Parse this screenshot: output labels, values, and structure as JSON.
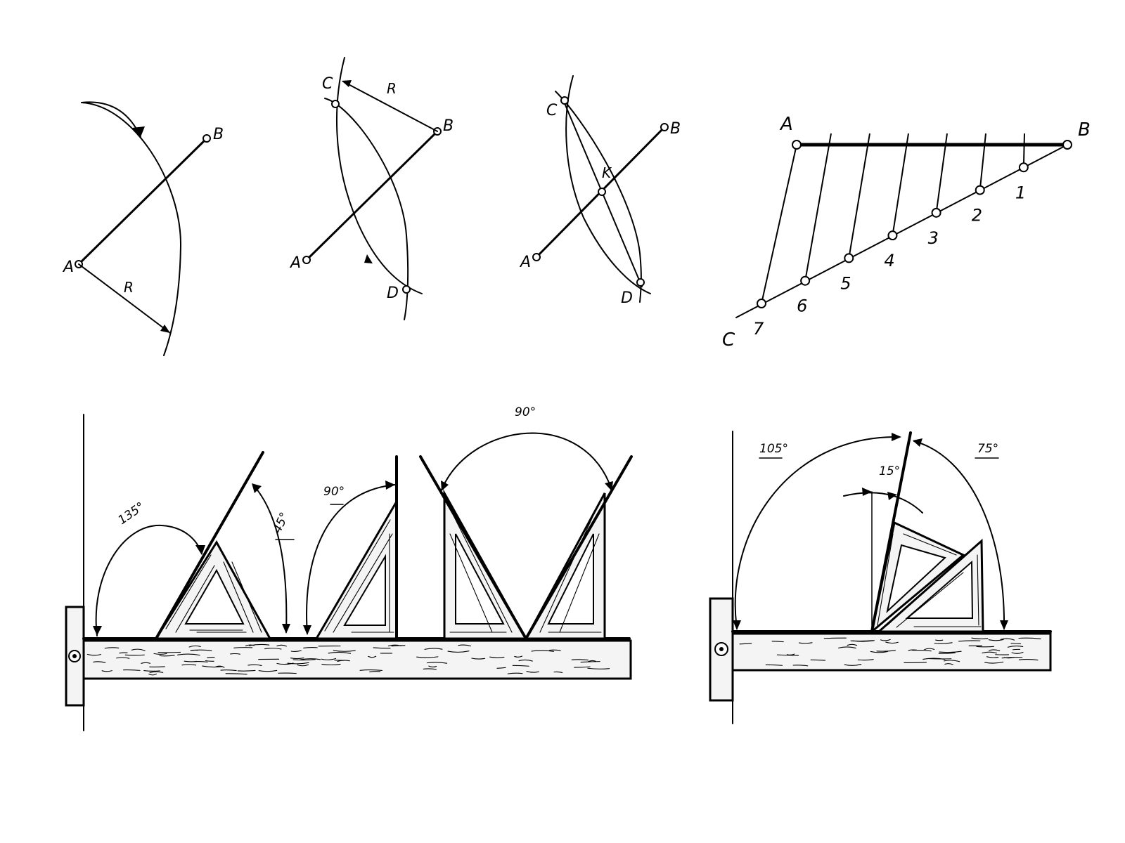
{
  "fig1": {
    "point_a": "A",
    "point_b": "B",
    "radius": "R"
  },
  "fig2": {
    "point_a": "A",
    "point_b": "B",
    "point_c": "C",
    "point_d": "D",
    "radius": "R"
  },
  "fig3": {
    "point_a": "A",
    "point_b": "B",
    "point_c": "C",
    "point_d": "D",
    "point_k": "K"
  },
  "fig4": {
    "point_a": "A",
    "point_b": "B",
    "point_c": "C",
    "divisions": [
      "1",
      "2",
      "3",
      "4",
      "5",
      "6",
      "7"
    ]
  },
  "angles_left": {
    "a135": "135°",
    "a45": "45°",
    "a90_small": "90°",
    "a90_large": "90°"
  },
  "angles_right": {
    "a105": "105°",
    "a15": "15°",
    "a75": "75°"
  }
}
